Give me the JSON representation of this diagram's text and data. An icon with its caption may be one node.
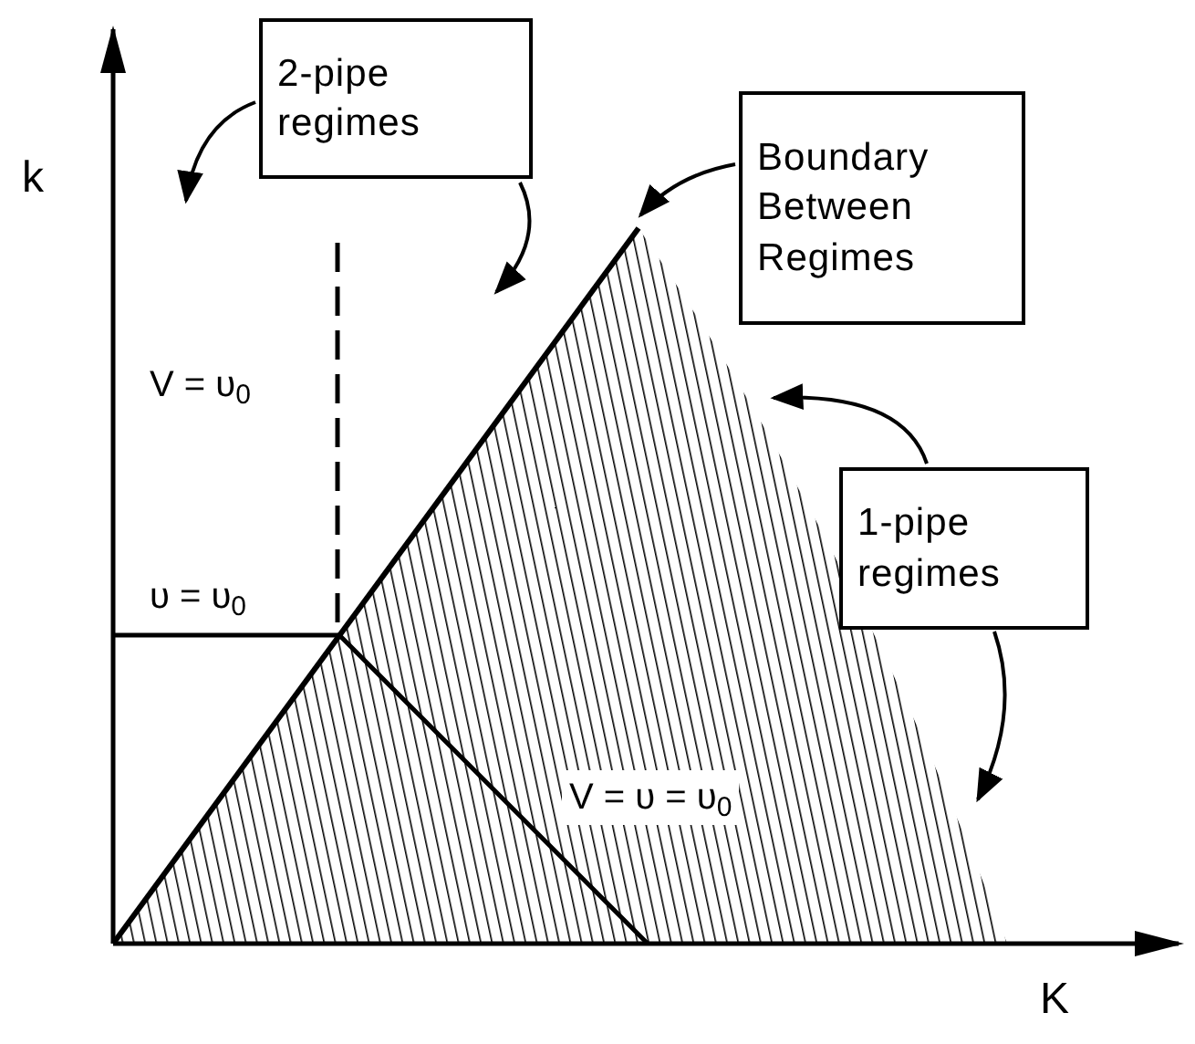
{
  "diagram": {
    "nodes": [
      {
        "text": [
          "2-pipe regimes"
        ]
      },
      {
        "text": [
          "Boundary Between Regimes"
        ]
      },
      {
        "text": [
          "1-pipe regimes"
        ]
      }
    ],
    "edges": [
      {
        "from": 0,
        "to": null,
        "arrow": "to"
      },
      {
        "from": 0,
        "to": null,
        "arrow": "to"
      },
      {
        "from": 1,
        "to": null,
        "arrow": "to"
      },
      {
        "from": 2,
        "to": null,
        "arrow": "to"
      },
      {
        "from": 2,
        "to": null,
        "arrow": "to"
      }
    ],
    "labels": [
      "k",
      "V = υ$_{0}$",
      "υ = υ$_{0}$",
      "V = υ = υ$_{0}$",
      "K"
    ]
  }
}
